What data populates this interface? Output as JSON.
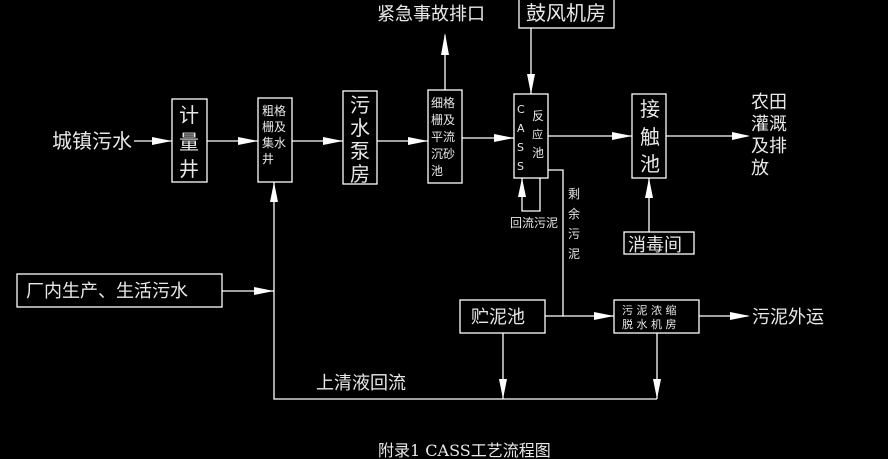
{
  "diagram": {
    "caption": "附录1  CASS工艺流程图",
    "background": "#000000",
    "line_color": "#ffffff",
    "nodes": {
      "urban_sewage": "城镇污水",
      "metering_well": [
        "计",
        "量",
        "井"
      ],
      "coarse_screen": [
        "粗格",
        "栅及",
        "集水",
        "井"
      ],
      "pump_house": [
        "污",
        "水",
        "泵",
        "房"
      ],
      "fine_screen": [
        "细格",
        "栅及",
        "平流",
        "沉砂",
        "池"
      ],
      "emergency_outlet": "紧急事故排口",
      "blower_room": "鼓风机房",
      "cass_letters": [
        "C",
        "A",
        "S",
        "S"
      ],
      "cass_label": [
        "反",
        "应",
        "池"
      ],
      "contact_tank": [
        "接",
        "触",
        "池"
      ],
      "disinfection_room": "消毒间",
      "farmland": [
        "农田",
        "灌溉",
        "及排",
        "放"
      ],
      "return_sludge": "回流污泥",
      "excess_sludge": [
        "剩",
        "余",
        "污",
        "泥"
      ],
      "plant_sewage": "厂内生产、生活污水",
      "sludge_tank": "贮泥池",
      "dewatering_room": [
        "污 泥 浓 缩",
        "脱 水 机 房"
      ],
      "sludge_out": "污泥外运",
      "supernatant_return": "上清液回流"
    }
  }
}
